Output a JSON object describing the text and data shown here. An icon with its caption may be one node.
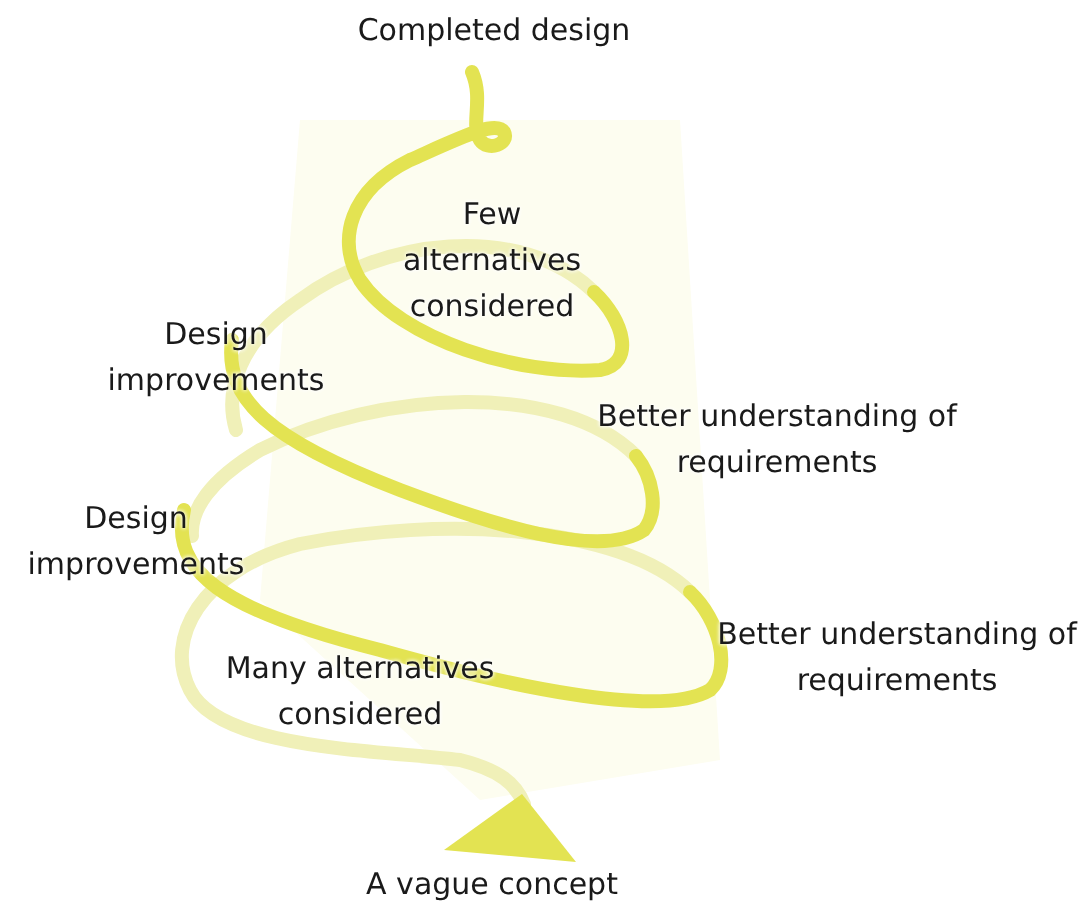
{
  "diagram": {
    "labels": [
      "Completed design",
      "Few alternatives considered",
      "Design improvements",
      "Better understanding of requirements",
      "Design improvements",
      "Better understanding of requirements",
      "Many alternatives considered",
      "A vague concept"
    ]
  }
}
